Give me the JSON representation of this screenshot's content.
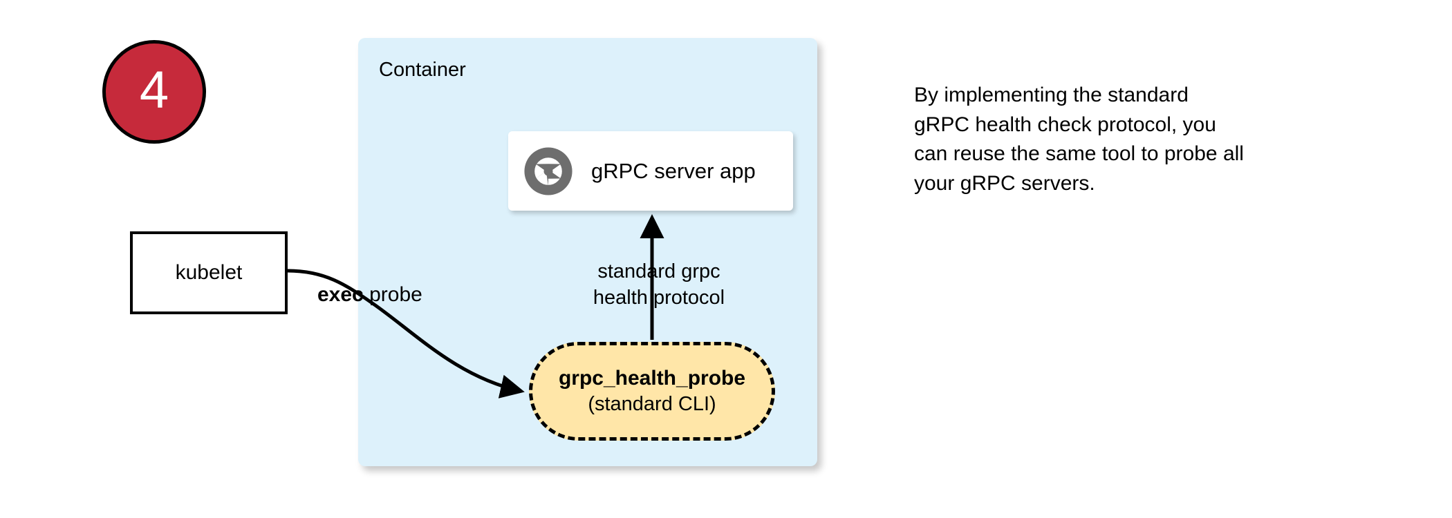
{
  "step_badge": {
    "number": "4",
    "fill_color": "#c62a3b",
    "text_color": "#ffffff",
    "border_color": "#000000"
  },
  "container": {
    "label": "Container",
    "fill_color": "#ddf1fb"
  },
  "server_card": {
    "label": "gRPC server app",
    "icon": "grpc-logo-icon",
    "fill_color": "#ffffff",
    "icon_color": "#6e6e6e"
  },
  "probe_pill": {
    "title": "grpc_health_probe",
    "subtitle": "(standard CLI)",
    "fill_color": "#ffe6a8",
    "border_style": "dashed",
    "border_color": "#000000"
  },
  "kubelet": {
    "label": "kubelet",
    "fill_color": "#ffffff",
    "border_color": "#000000"
  },
  "edges": {
    "exec_probe": {
      "emphasis": "exec",
      "rest": " probe",
      "from": "kubelet",
      "to": "grpc_health_probe"
    },
    "health_protocol": {
      "line1": "standard grpc",
      "line2": "health protocol",
      "from": "grpc_health_probe",
      "to": "gRPC server app"
    }
  },
  "side_note": {
    "lines": [
      "By implementing the standard",
      "gRPC health check protocol, you",
      "can reuse the same tool to probe all",
      "your gRPC servers."
    ]
  }
}
